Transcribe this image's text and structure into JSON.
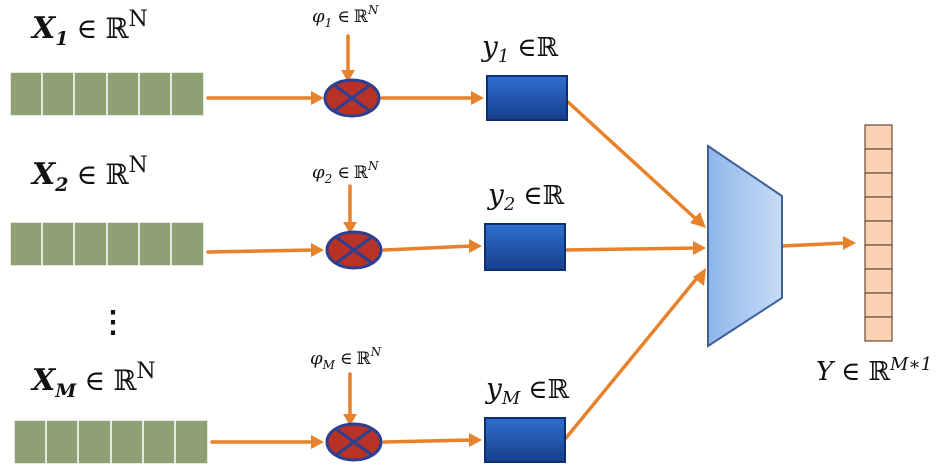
{
  "rows": [
    {
      "input": {
        "var": "X",
        "sub": "1",
        "in": "∈",
        "space": "ℝ",
        "sup": "N"
      },
      "phi": {
        "sym": "φ",
        "sub": "1",
        "in": "∈",
        "space": "ℝ",
        "sup": "N"
      },
      "y": {
        "sym": "y",
        "sub": "1",
        "in": "∈",
        "space": "ℝ"
      }
    },
    {
      "input": {
        "var": "X",
        "sub": "2",
        "in": "∈",
        "space": "ℝ",
        "sup": "N"
      },
      "phi": {
        "sym": "φ",
        "sub": "2",
        "in": "∈",
        "space": "ℝ",
        "sup": "N"
      },
      "y": {
        "sym": "y",
        "sub": "2",
        "in": "∈",
        "space": "ℝ"
      }
    },
    {
      "input": {
        "var": "X",
        "sub": "M",
        "in": "∈",
        "space": "ℝ",
        "sup": "N"
      },
      "phi": {
        "sym": "φ",
        "sub": "M",
        "in": "∈",
        "space": "ℝ",
        "sup": "N"
      },
      "y": {
        "sym": "y",
        "sub": "M",
        "in": "∈",
        "space": "ℝ"
      }
    }
  ],
  "ellipsis": "⋮",
  "output": {
    "sym": "Y",
    "in": "∈",
    "space": "ℝ",
    "sup": "M∗1"
  },
  "colors": {
    "input_cell": "#8fa174",
    "arrow": "#e8822a",
    "multiplier_fill": "#b83227",
    "multiplier_x": "#2e3f8f",
    "y_box": "#1e55b0",
    "combiner": "#a9c8ee",
    "output_cell": "#fbd3b4"
  },
  "icons": {
    "multiplier": "x-in-circle-icon",
    "combiner": "trapezoid-multiplexer-icon"
  }
}
